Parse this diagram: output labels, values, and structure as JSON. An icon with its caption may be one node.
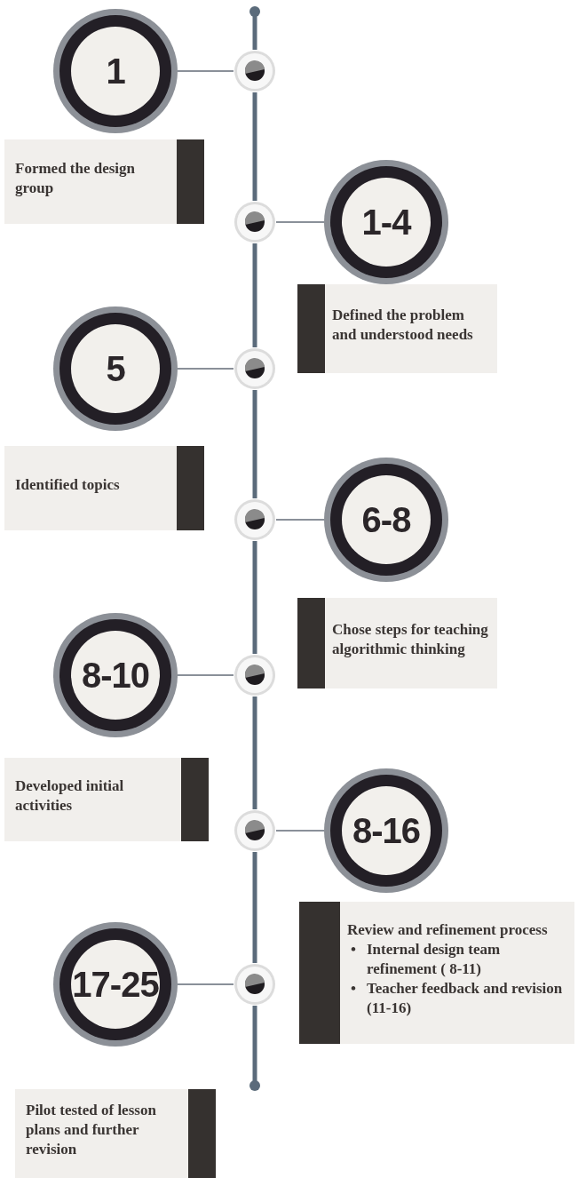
{
  "diagram": {
    "nodes": [
      {
        "text": [
          "1"
        ]
      },
      {
        "text": [],
        "shape": "circle"
      },
      {
        "text": [
          "Formed the design group"
        ]
      },
      {
        "text": [
          "1-4"
        ]
      },
      {
        "text": [],
        "shape": "circle"
      },
      {
        "text": [
          "Defined the problem and understood needs"
        ]
      },
      {
        "text": [
          "5"
        ]
      },
      {
        "text": [],
        "shape": "circle"
      },
      {
        "text": [
          "Identified topics"
        ]
      },
      {
        "text": [
          "6-8"
        ]
      },
      {
        "text": [],
        "shape": "circle"
      },
      {
        "text": [
          "Chose steps for teaching algorithmic thinking"
        ]
      },
      {
        "text": [
          "8-10"
        ]
      },
      {
        "text": [],
        "shape": "circle"
      },
      {
        "text": [
          "Developed initial activities"
        ]
      },
      {
        "text": [
          "8-16"
        ]
      },
      {
        "text": [],
        "shape": "circle"
      },
      {
        "text": [
          "Review and refinement process",
          "Internal design team refinement ( 8-11)",
          "Teacher feedback and revision (11-16)"
        ]
      },
      {
        "text": [
          "17-25"
        ]
      },
      {
        "text": [],
        "shape": "circle"
      },
      {
        "text": [
          "Pilot tested of lesson plans and further revision"
        ]
      }
    ],
    "edges": [
      {
        "from": 0,
        "to": 1,
        "arrow": "none"
      },
      {
        "from": 3,
        "to": 4,
        "arrow": "none"
      },
      {
        "from": 6,
        "to": 7,
        "arrow": "none"
      },
      {
        "from": 9,
        "to": 10,
        "arrow": "none"
      },
      {
        "from": 12,
        "to": 13,
        "arrow": "none"
      },
      {
        "from": 15,
        "to": 16,
        "arrow": "none"
      },
      {
        "from": 18,
        "to": 19,
        "arrow": "none"
      },
      {
        "from": 1,
        "to": 4,
        "arrow": "none",
        "style": "thick",
        "color": "#5b6b7b"
      },
      {
        "from": 4,
        "to": 7,
        "arrow": "none",
        "style": "thick",
        "color": "#5b6b7b"
      },
      {
        "from": 7,
        "to": 10,
        "arrow": "none",
        "style": "thick",
        "color": "#5b6b7b"
      },
      {
        "from": 10,
        "to": 13,
        "arrow": "none",
        "style": "thick",
        "color": "#5b6b7b"
      },
      {
        "from": 13,
        "to": 16,
        "arrow": "none",
        "style": "thick",
        "color": "#5b6b7b"
      },
      {
        "from": 16,
        "to": 19,
        "arrow": "none",
        "style": "thick",
        "color": "#5b6b7b"
      }
    ],
    "labels": [
      "•",
      "•"
    ]
  }
}
